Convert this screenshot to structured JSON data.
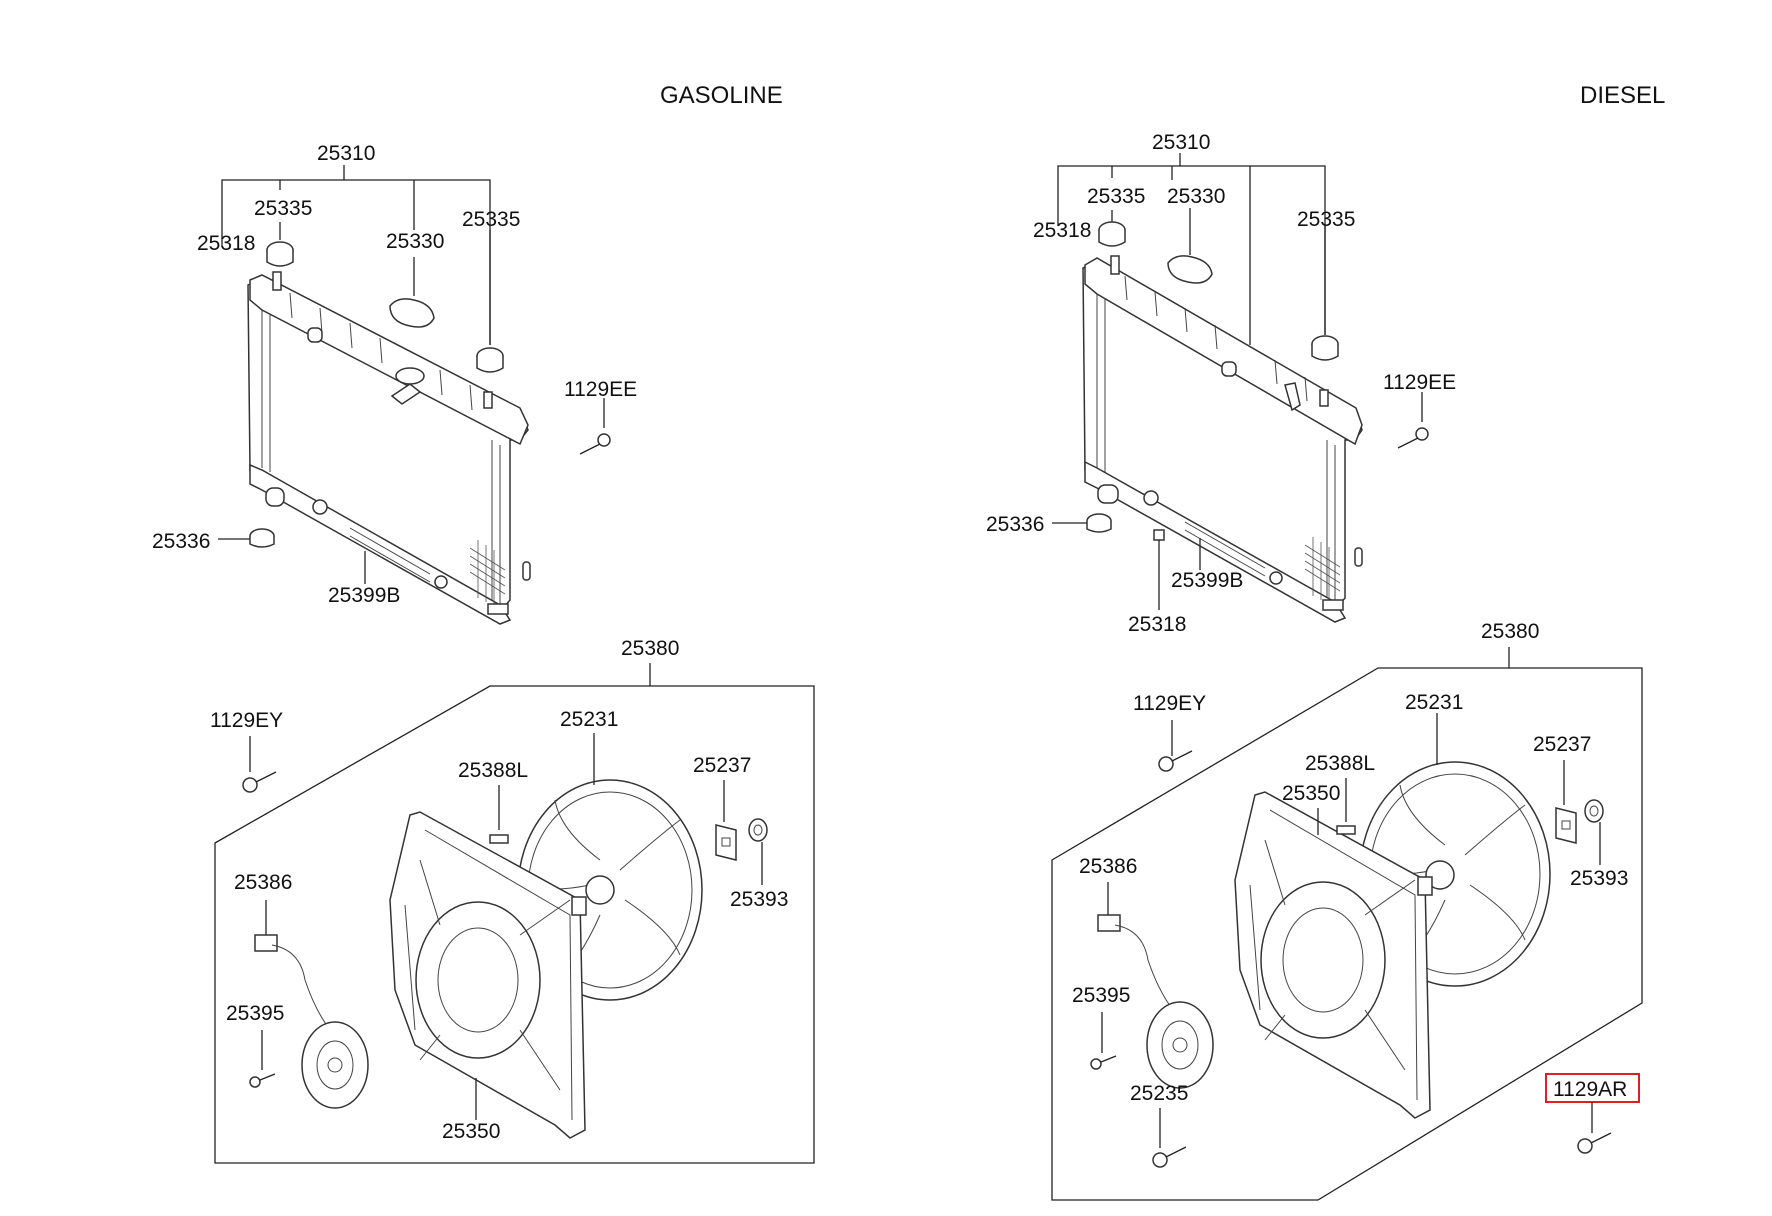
{
  "headers": {
    "gasoline": "GASOLINE",
    "diesel": "DIESEL"
  },
  "gasoline": {
    "c25310": "25310",
    "c25335a": "25335",
    "c25318": "25318",
    "c25330": "25330",
    "c25335b": "25335",
    "c1129EE": "1129EE",
    "c25336": "25336",
    "c25399B": "25399B",
    "c25380": "25380",
    "c1129EY": "1129EY",
    "c25231": "25231",
    "c25388L": "25388L",
    "c25237": "25237",
    "c25393": "25393",
    "c25386": "25386",
    "c25395": "25395",
    "c25350": "25350"
  },
  "diesel": {
    "c25310": "25310",
    "c25335a": "25335",
    "c25330": "25330",
    "c25318a": "25318",
    "c25335b": "25335",
    "c1129EE": "1129EE",
    "c25336": "25336",
    "c25399B": "25399B",
    "c25318b": "25318",
    "c25380": "25380",
    "c1129EY": "1129EY",
    "c25231": "25231",
    "c25388L": "25388L",
    "c25350": "25350",
    "c25237": "25237",
    "c25386": "25386",
    "c25393": "25393",
    "c25395": "25395",
    "c25235": "25235",
    "c1129AR": "1129AR"
  }
}
